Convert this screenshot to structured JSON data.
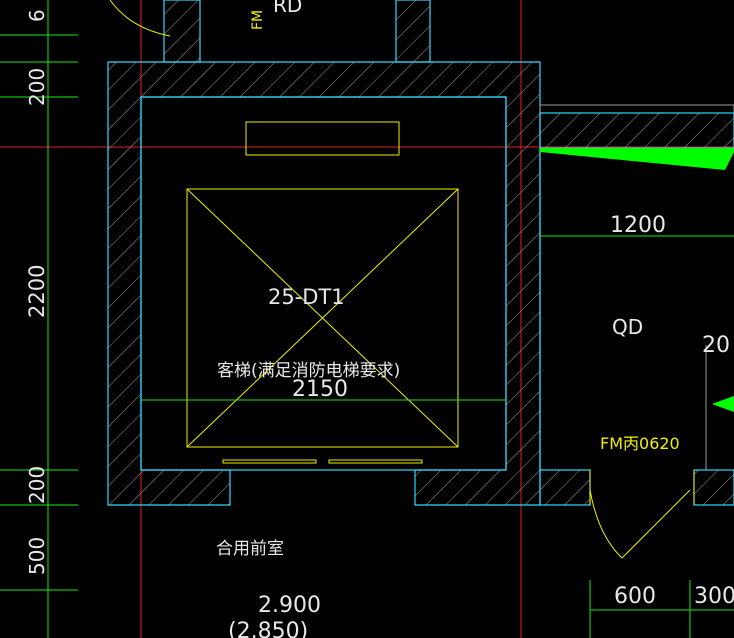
{
  "colors": {
    "background": "#000000",
    "wall": "#30d8ff",
    "hatch": "#9a9a9a",
    "dimension": "#18e818",
    "grid": "#e02020",
    "yellow": "#f0f000",
    "text": "#e8e8e8",
    "green_fill": "#00ff00"
  },
  "labels": {
    "elevator_code": "25-DT1",
    "elevator_desc": "客梯(满足消防电梯要求)",
    "width_dim": "2150",
    "room_qd": "QD",
    "fire_door": "FM丙0620",
    "anteroom": "合用前室",
    "elev_1": "2.900",
    "elev_2": "(2.850)",
    "dim_1200": "1200",
    "dim_20": "20",
    "dim_600": "600",
    "dim_300": "300",
    "top_rd": "RD",
    "top_fm": "FM",
    "dim_2200": "2200",
    "dim_200": "200",
    "dim_500": "500",
    "dim_200_top": "200",
    "dim_6": "6"
  }
}
